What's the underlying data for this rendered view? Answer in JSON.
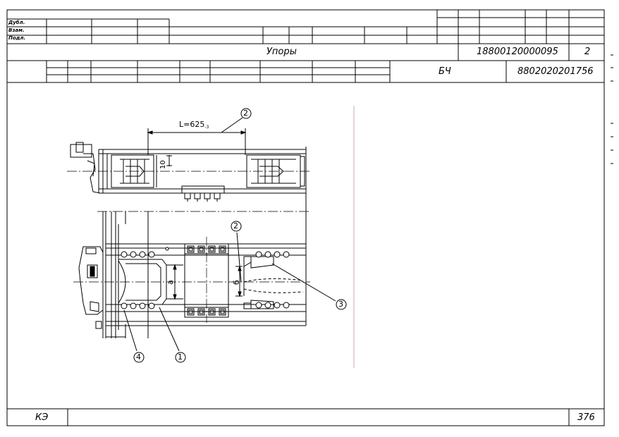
{
  "sheet": {
    "stamp_labels": [
      "Дубл.",
      "Взам.",
      "Подл."
    ],
    "title": "Упоры",
    "document_number": "18800120000095",
    "sheet_no": "2",
    "department_code": "БЧ",
    "code": "8802020201756",
    "footer_left": "КЭ",
    "footer_right": "376"
  },
  "drawing": {
    "dimension_L": "L=625",
    "dimension_L_tolerance": "-3",
    "dim_10": "10",
    "dim_a": "а",
    "dim_b": "б",
    "callouts": [
      "1",
      "2",
      "2",
      "3",
      "4"
    ]
  }
}
